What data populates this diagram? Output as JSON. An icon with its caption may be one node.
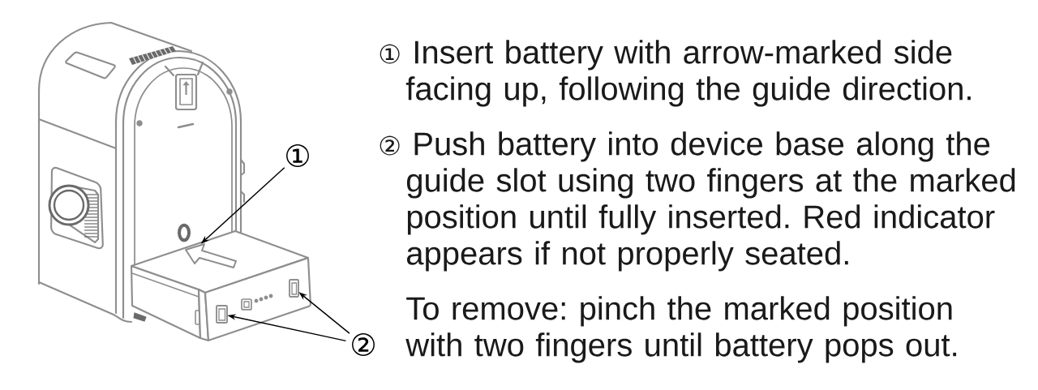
{
  "diagram": {
    "nodes": [
      {
        "text": [
          "①"
        ]
      },
      {
        "text": [],
        "shape": "arrow"
      },
      {
        "text": [
          "②"
        ]
      },
      {
        "text": [],
        "shape": "box"
      },
      {
        "text": [],
        "shape": "box"
      }
    ],
    "edges": [
      {
        "from": 0,
        "to": 1,
        "arrow": "to"
      },
      {
        "from": 2,
        "to": 3,
        "arrow": "to"
      },
      {
        "from": 2,
        "to": 4,
        "arrow": "to"
      }
    ],
    "labels": [
      "① Insert battery with arrow-marked side facing up, following the guide direction.",
      "② Push battery into device base along the guide slot using two fingers at the marked position until fully inserted. Red indicator appears if not properly seated.",
      "To remove: pinch the marked position with two fingers until battery pops out."
    ]
  }
}
